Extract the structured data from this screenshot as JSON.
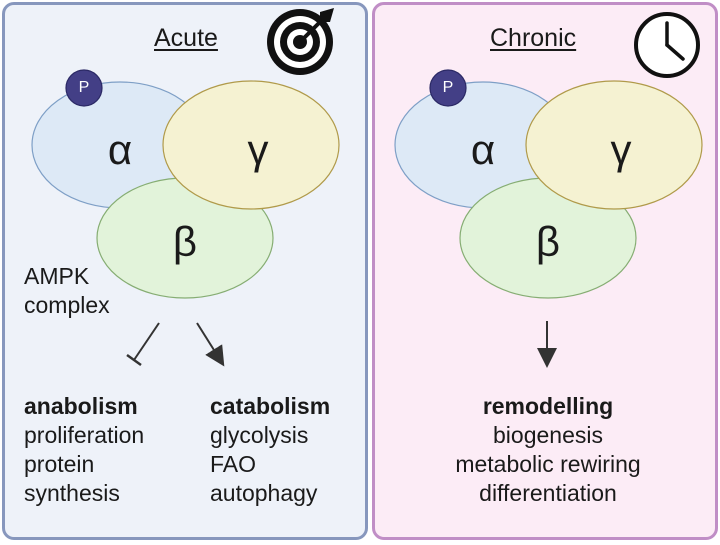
{
  "acute": {
    "title": "Acute",
    "icon": "target-icon",
    "subunits": {
      "alpha": "α",
      "beta": "β",
      "gamma": "γ",
      "phospho": "P"
    },
    "complex_label": [
      "AMPK",
      "complex"
    ],
    "anabolism": {
      "heading": "anabolism",
      "items": [
        "proliferation",
        "protein",
        "synthesis"
      ]
    },
    "catabolism": {
      "heading": "catabolism",
      "items": [
        "glycolysis",
        "FAO",
        "autophagy"
      ]
    }
  },
  "chronic": {
    "title": "Chronic",
    "icon": "clock-icon",
    "subunits": {
      "alpha": "α",
      "beta": "β",
      "gamma": "γ",
      "phospho": "P"
    },
    "remodelling": {
      "heading": "remodelling",
      "items": [
        "biogenesis",
        "metabolic rewiring",
        "differentiation"
      ]
    }
  },
  "colors": {
    "acute_bg": "#eef2f9",
    "acute_border": "#8797bd",
    "chronic_bg": "#fcecf6",
    "chronic_border": "#c08ec6",
    "alpha_fill": "#dde9f6",
    "gamma_fill": "#f5f2d2",
    "beta_fill": "#e2f3da",
    "phospho_fill": "#433f86"
  }
}
